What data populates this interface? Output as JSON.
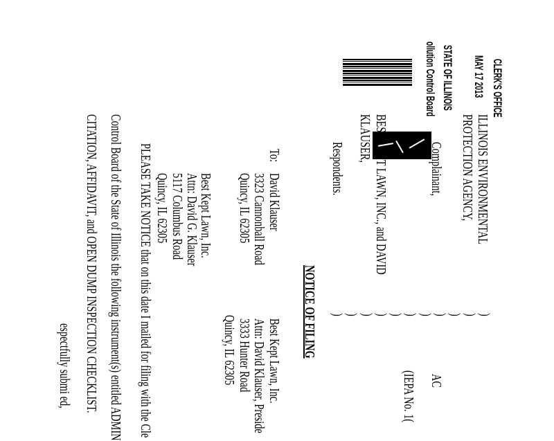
{
  "stamp": {
    "office": "CLERK'S OFFICE",
    "date": "MAY 17 2013",
    "state": "STATE OF ILLINOIS",
    "board": "ollution Control Board"
  },
  "caption": {
    "complainant_line1": "ILLINOIS ENVIRONMENTAL",
    "complainant_line2": "PROTECTION AGENCY,",
    "complainant_label": "Complainant,",
    "respondent_line1": "BEST KEPT LAWN, INC., and DAVID",
    "respondent_line2": "KLAUSER,",
    "respondent_label": "Respondents.",
    "paren": ")",
    "case_ac": "AC",
    "case_iepa": "(IEPA No. 1("
  },
  "title": "NOTICE OF FILING",
  "to_label": "To:",
  "recipients": [
    [
      "David Klauser",
      "3323 Cannonball Road",
      "Quincy, IL 62305"
    ],
    [
      "Best Kept Lawn, Inc.",
      "Attn: David Klauser, Preside",
      "3333 Hunter Road",
      "Quincy, IL 62305"
    ],
    [
      "Best Kept Lawn, Inc.",
      "Attn: David G. Klauser",
      "5117 Columbus Road",
      "Quincy, IL 62305"
    ]
  ],
  "body": [
    "PLEASE TAKE NOTICE that on this date I mailed for filing with the Cle",
    "Control Board of the State of Illinois the following instrument(s) entitled ADMIN",
    "CITATION, AFFIDAVIT, and OPEN DUMP INSPECTION CHECKLIST."
  ],
  "closing": "espectfully submi  ed,"
}
